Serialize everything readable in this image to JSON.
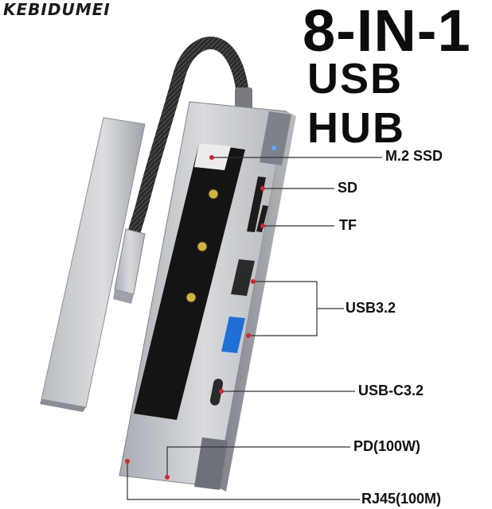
{
  "brand": {
    "logo_text": "KEBIDUMEI"
  },
  "headline": {
    "line1": "8-IN-1",
    "line2": "USB HUB"
  },
  "ports": [
    {
      "label": "M.2 SSD"
    },
    {
      "label": "SD"
    },
    {
      "label": "TF"
    },
    {
      "label": "USB3.2"
    },
    {
      "label": "USB-C3.2"
    },
    {
      "label": "PD(100W)"
    },
    {
      "label": "RJ45(100M)"
    }
  ],
  "colors": {
    "body_silver": "#c3c6cb",
    "body_dark": "#8e9298",
    "pcb_black": "#151515",
    "usb_blue": "#1f6fd6",
    "indicator_red": "#d9262b",
    "led_blue": "#5aa8ff"
  }
}
